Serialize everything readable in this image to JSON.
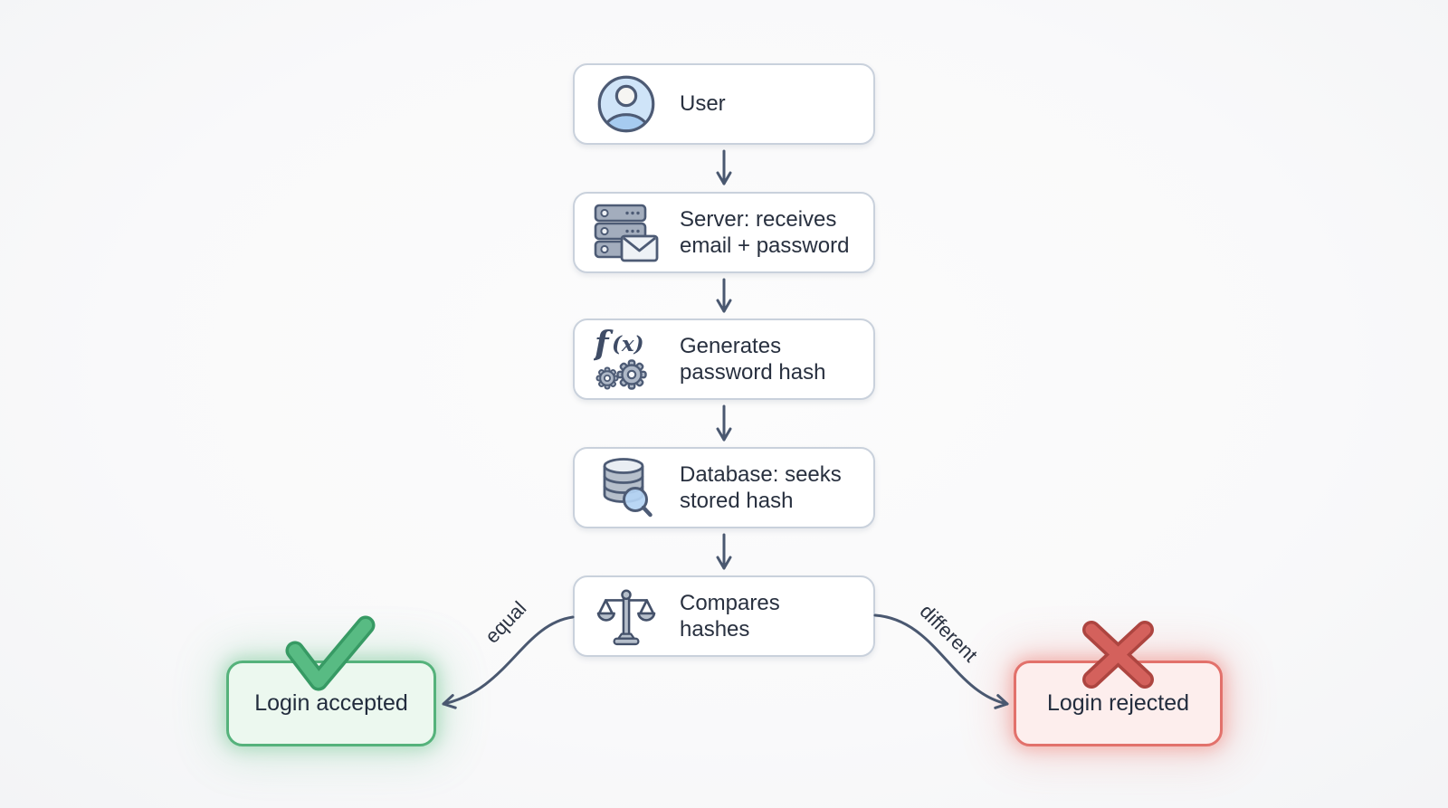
{
  "diagram": {
    "description": "Login password-hash verification flowchart",
    "flow": {
      "nodes": [
        {
          "id": "user",
          "icon": "user-avatar-icon",
          "label": "User"
        },
        {
          "id": "server",
          "icon": "server-mail-icon",
          "label": "Server: receives email + password"
        },
        {
          "id": "hash",
          "icon": "hash-function-gears-icon",
          "label": "Generates password hash"
        },
        {
          "id": "database",
          "icon": "database-search-icon",
          "label": "Database: seeks stored hash"
        },
        {
          "id": "compare",
          "icon": "balance-scale-icon",
          "label": "Compares hashes"
        }
      ],
      "branches": [
        {
          "id": "equal",
          "label": "equal",
          "from": "compare",
          "to": "accepted"
        },
        {
          "id": "different",
          "label": "different",
          "from": "compare",
          "to": "rejected"
        }
      ],
      "outcomes": [
        {
          "id": "accepted",
          "icon": "checkmark-icon",
          "label": "Login accepted",
          "accent": "#55b27b",
          "fill": "#ecf8ef"
        },
        {
          "id": "rejected",
          "icon": "cross-icon",
          "label": "Login rejected",
          "accent": "#e2716b",
          "fill": "#fdeeed"
        }
      ]
    },
    "colors": {
      "arrow": "#4a5870",
      "node_border": "#c9d1dc",
      "text": "#28303f",
      "icon_outline": "#4d5b75",
      "icon_gray": "#aeb8c7",
      "icon_blue_light": "#cfe4f8",
      "icon_blue": "#a6cbf0",
      "check_green": "#58bb83",
      "cross_red": "#d4615c"
    }
  }
}
